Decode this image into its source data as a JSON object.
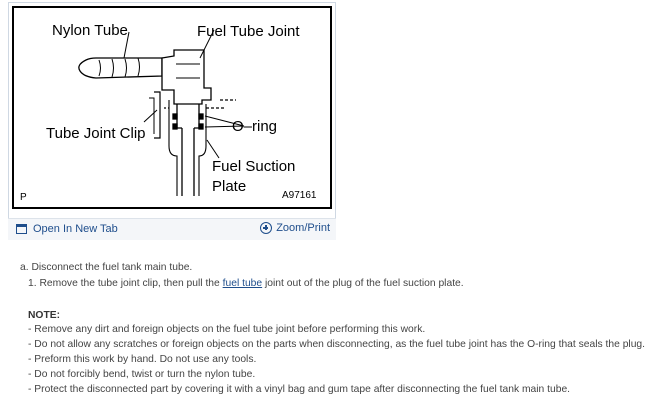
{
  "figure": {
    "labels": {
      "nylon_tube": "Nylon Tube",
      "fuel_tube_joint": "Fuel Tube Joint",
      "tube_joint_clip": "Tube Joint Clip",
      "o_ring": "O–ring",
      "fuel_suction_plate_line1": "Fuel Suction",
      "fuel_suction_plate_line2": "Plate",
      "corner_letter": "P",
      "figure_code": "A97161"
    }
  },
  "figure_footer": {
    "open_tab_label": "Open In New Tab",
    "zoom_label": "Zoom/Print",
    "open_tab_icon": "open-tab-icon",
    "zoom_icon": "zoom-plus-icon"
  },
  "instructions": {
    "step_a": "a. Disconnect the fuel tank main tube.",
    "step_1_pre": "1. Remove the tube joint clip, then pull the ",
    "step_1_link": "fuel tube",
    "step_1_post": " joint out of the plug of the fuel suction plate.",
    "note_title": "NOTE:",
    "notes": [
      "-  Remove any dirt and foreign objects on the fuel tube joint before performing this work.",
      "-  Do not allow any scratches or foreign objects on the parts when disconnecting, as the fuel tube joint has the O-ring that seals the plug.",
      "-  Preform this work by hand. Do not use any tools.",
      "-  Do not forcibly bend, twist or turn the nylon tube.",
      "-  Protect the disconnected part by covering it with a vinyl bag and gum tape after disconnecting the fuel tank main tube."
    ]
  },
  "colors": {
    "link": "#1f4e8c",
    "text": "#444444",
    "border": "#cfd8e3"
  }
}
